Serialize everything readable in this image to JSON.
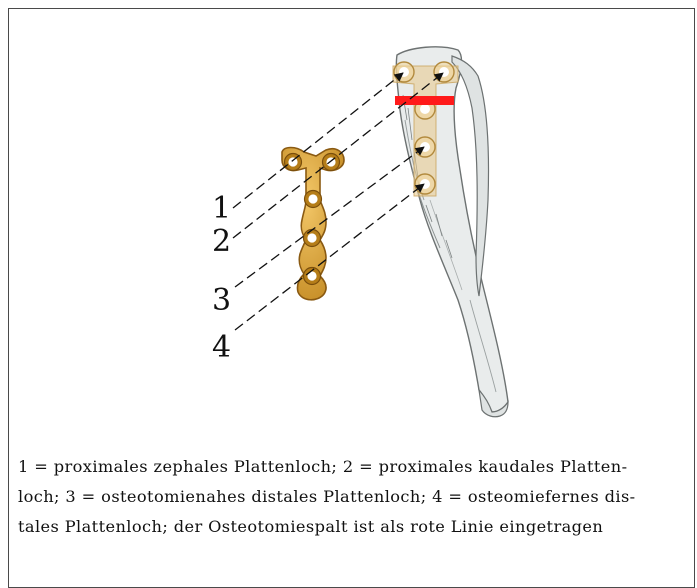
{
  "figure": {
    "labels": [
      "1",
      "2",
      "3",
      "4"
    ],
    "colors": {
      "plate": "#d9a23a",
      "plate_edge": "#8a5a12",
      "bone": "#e9ecec",
      "bone_edge": "#6d7272",
      "osteotomy_line": "#ff1a1a",
      "dash_line": "#111111"
    }
  },
  "caption": {
    "line1": "1 = proximales zephales Plattenloch; 2 = proximales kaudales Platten-",
    "line2": "loch; 3 = osteotomienahes distales Plattenloch; 4 = osteomiefernes dis-",
    "line3": "tales Plattenloch; der Osteotomiespalt ist als rote Linie eingetragen"
  }
}
